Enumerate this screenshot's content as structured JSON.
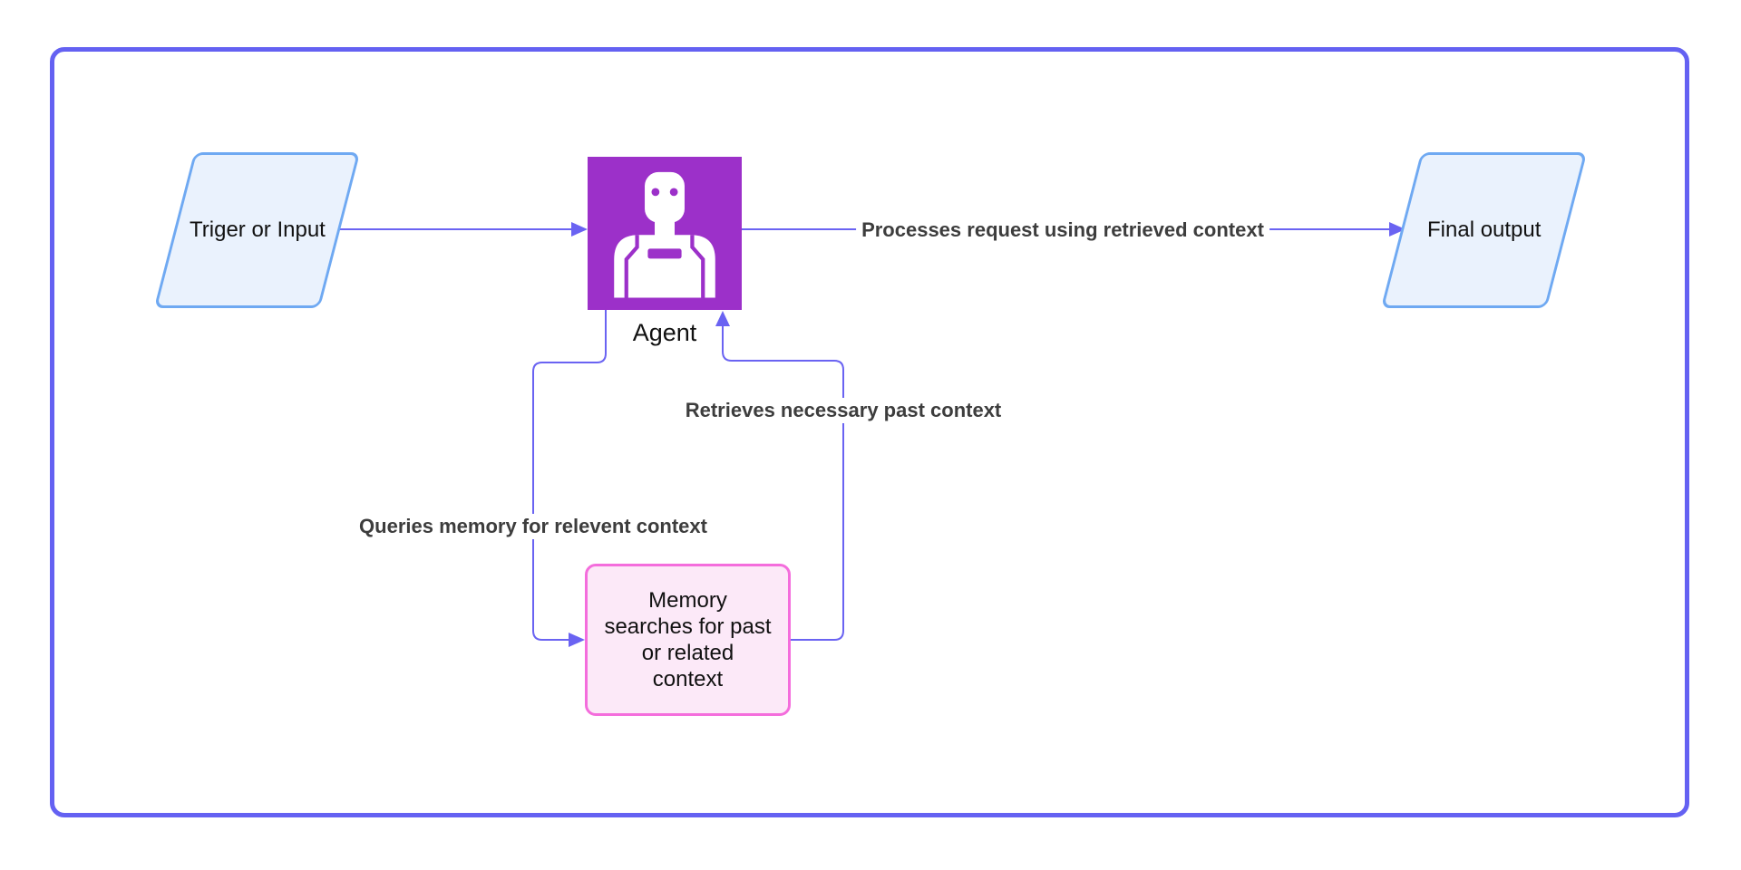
{
  "diagram": {
    "nodes": {
      "trigger": {
        "label": "Triger or Input",
        "shape": "parallelogram"
      },
      "agent": {
        "label": "Agent",
        "icon": "robot-icon",
        "shape": "image-square"
      },
      "final_output": {
        "label": "Final output",
        "shape": "parallelogram"
      },
      "memory": {
        "label": "Memory\nsearches for past\nor related\ncontext",
        "shape": "rounded-rectangle"
      }
    },
    "edges": {
      "trigger_to_agent": {
        "from": "trigger",
        "to": "agent",
        "label": ""
      },
      "agent_to_output": {
        "from": "agent",
        "to": "final_output",
        "label": "Processes request using retrieved context"
      },
      "agent_to_memory": {
        "from": "agent",
        "to": "memory",
        "label": "Queries memory for relevent context"
      },
      "memory_to_agent": {
        "from": "memory",
        "to": "agent",
        "label": "Retrieves necessary past context"
      }
    },
    "colors": {
      "background": "#ffffff",
      "frame_border": "#6461f2",
      "connector": "#6a63f2",
      "io_fill": "#eaf2fd",
      "io_border": "#6fa9f2",
      "agent_fill": "#9c30c9",
      "agent_icon": "#ffffff",
      "memory_fill": "#fce9f8",
      "memory_border": "#f46ddc",
      "edge_label_text": "#3d3d3d",
      "node_text": "#111111"
    }
  }
}
